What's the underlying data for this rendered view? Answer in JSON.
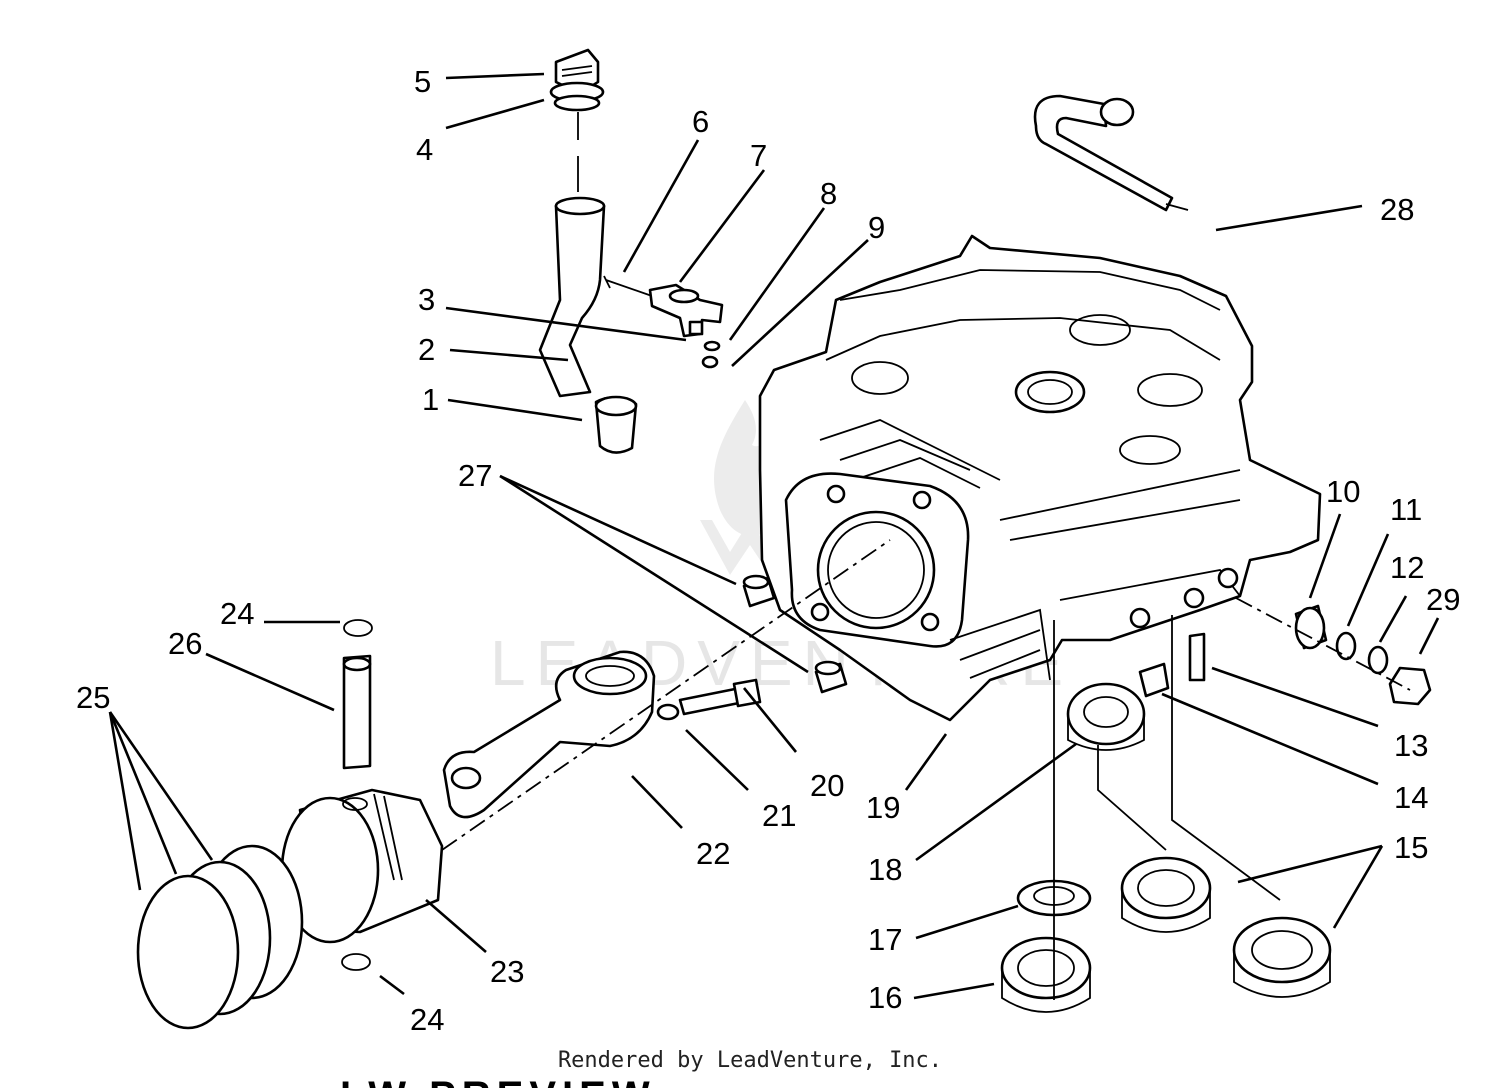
{
  "callouts": [
    {
      "id": "1",
      "label": "1"
    },
    {
      "id": "2",
      "label": "2"
    },
    {
      "id": "3",
      "label": "3"
    },
    {
      "id": "4",
      "label": "4"
    },
    {
      "id": "5",
      "label": "5"
    },
    {
      "id": "6",
      "label": "6"
    },
    {
      "id": "7",
      "label": "7"
    },
    {
      "id": "8",
      "label": "8"
    },
    {
      "id": "9",
      "label": "9"
    },
    {
      "id": "10",
      "label": "10"
    },
    {
      "id": "11",
      "label": "11"
    },
    {
      "id": "12",
      "label": "12"
    },
    {
      "id": "13",
      "label": "13"
    },
    {
      "id": "14",
      "label": "14"
    },
    {
      "id": "15",
      "label": "15"
    },
    {
      "id": "16",
      "label": "16"
    },
    {
      "id": "17",
      "label": "17"
    },
    {
      "id": "18",
      "label": "18"
    },
    {
      "id": "19",
      "label": "19"
    },
    {
      "id": "20",
      "label": "20"
    },
    {
      "id": "21",
      "label": "21"
    },
    {
      "id": "22",
      "label": "22"
    },
    {
      "id": "23",
      "label": "23"
    },
    {
      "id": "24a",
      "label": "24"
    },
    {
      "id": "24b",
      "label": "24"
    },
    {
      "id": "25",
      "label": "25"
    },
    {
      "id": "26",
      "label": "26"
    },
    {
      "id": "27",
      "label": "27"
    },
    {
      "id": "28",
      "label": "28"
    },
    {
      "id": "29",
      "label": "29"
    }
  ],
  "watermark": {
    "text": "LEADVENTURE",
    "icon": "flame-logo-icon"
  },
  "footer": {
    "credit": "Rendered by LeadVenture, Inc.",
    "cut_caption": "LW PREVIEW"
  },
  "colors": {
    "line": "#000000",
    "background": "#ffffff",
    "watermark": "#e6e6e6"
  }
}
